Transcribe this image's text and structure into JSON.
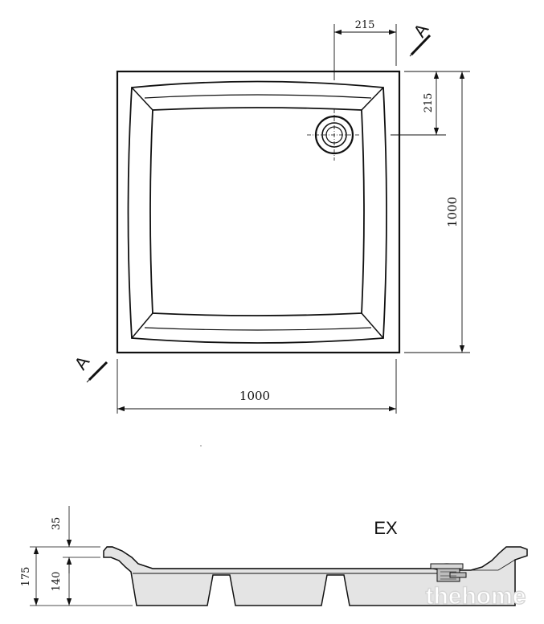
{
  "plan": {
    "width_label": "1000",
    "depth_label": "1000",
    "drain_offset_x_label": "215",
    "drain_offset_y_label": "215",
    "section_marker_top": "A",
    "section_marker_bottom": "A"
  },
  "section": {
    "variant_label": "EX",
    "rim_height_label": "35",
    "total_height_label": "175",
    "body_height_label": "140"
  },
  "watermark": {
    "text": "thehome"
  }
}
